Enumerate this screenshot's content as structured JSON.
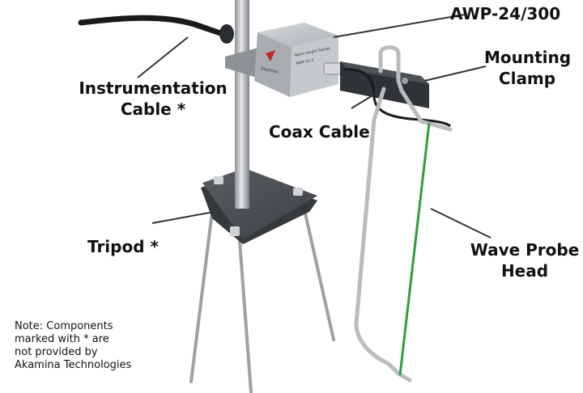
{
  "labels": {
    "awp": "AWP-24/300",
    "mounting_clamp": [
      "Mounting",
      "Clamp"
    ],
    "instrumentation_cable": [
      "Instrumentation",
      "Cable *"
    ],
    "coax_cable": "Coax Cable",
    "tripod": "Tripod *",
    "wave_probe_head": [
      "Wave Probe",
      "Head"
    ]
  },
  "device_markings": [
    "Akamina",
    "Wave Height Gauge",
    "AWP-24-3"
  ],
  "note": [
    "Note: Components",
    "marked with * are",
    "not provided by",
    "Akamina Technologies"
  ],
  "colors": {
    "probe_wire": "#2e9e3a",
    "metal": "#b9bcc0",
    "dark_metal": "#4a4d52",
    "cable": "#1a1a1a",
    "accent": "#c62828"
  }
}
